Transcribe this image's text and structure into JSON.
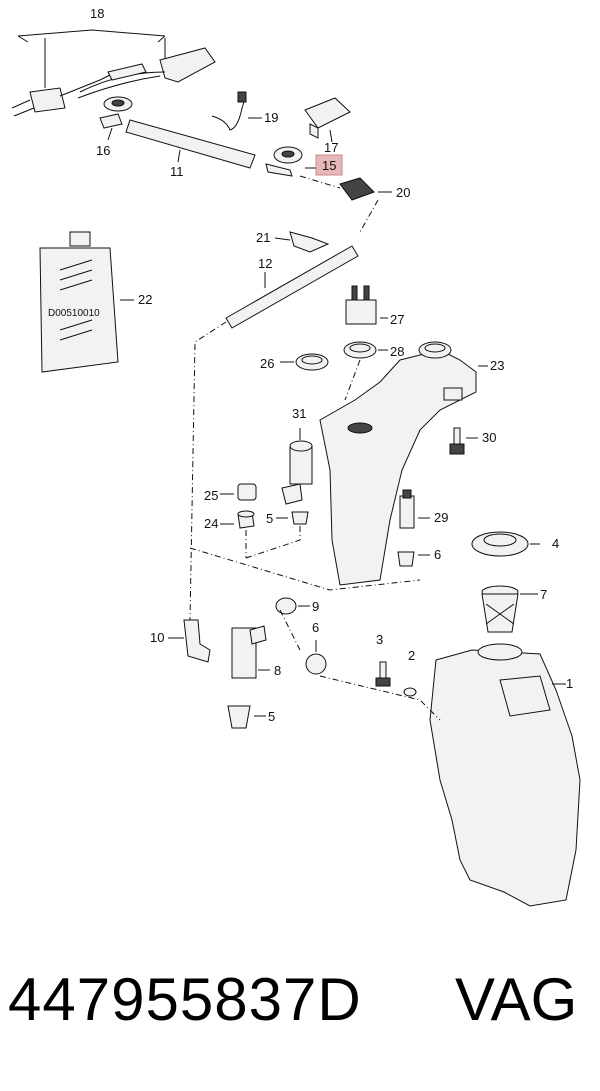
{
  "callouts": {
    "c1": "1",
    "c2": "2",
    "c3": "3",
    "c4": "4",
    "c5a": "5",
    "c5b": "5",
    "c6a": "6",
    "c6b": "6",
    "c7": "7",
    "c8": "8",
    "c9": "9",
    "c10": "10",
    "c11": "11",
    "c12": "12",
    "c15": "15",
    "c16": "16",
    "c17": "17",
    "c18": "18",
    "c19": "19",
    "c20": "20",
    "c21": "21",
    "c22": "22",
    "c23": "23",
    "c24": "24",
    "c25": "25",
    "c26": "26",
    "c27": "27",
    "c28": "28",
    "c29": "29",
    "c30": "30",
    "c31": "31"
  },
  "bottle_code": "D00510010",
  "highlight_color": "#e7b7b7",
  "footer": {
    "part_number": "447955837D",
    "brand": "VAG"
  }
}
